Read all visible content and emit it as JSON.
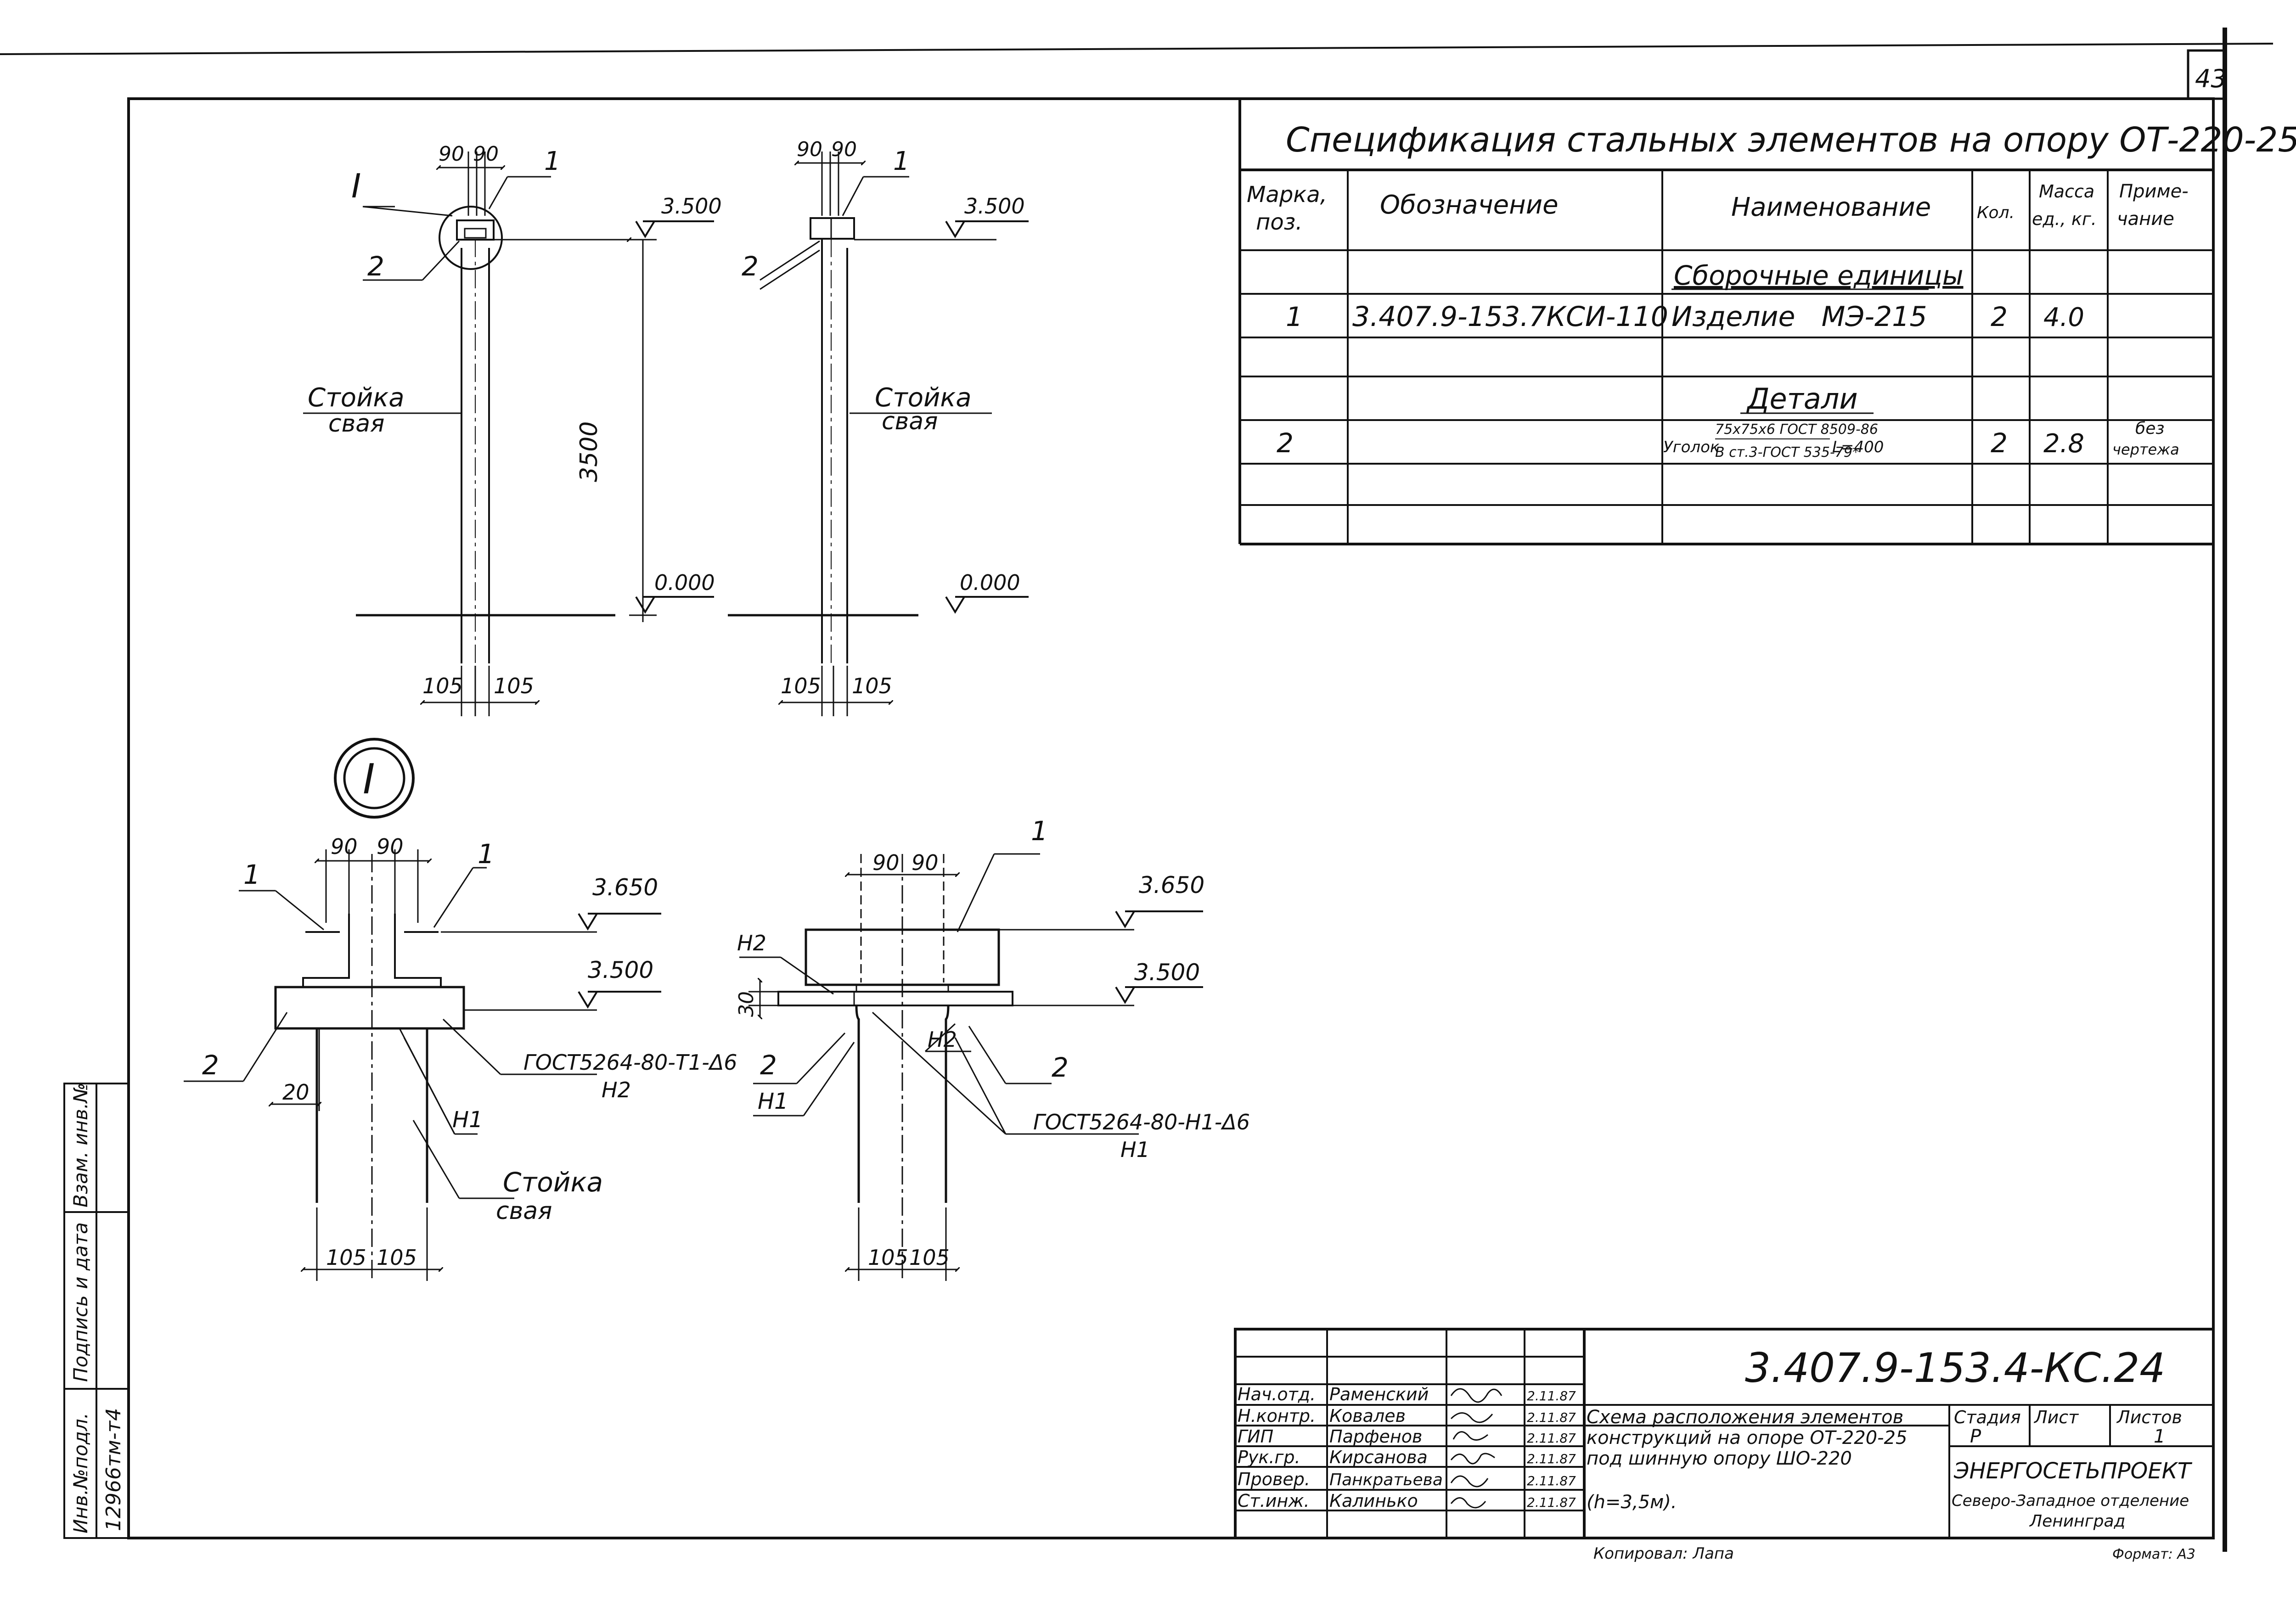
{
  "sheet_number": "43",
  "spec": {
    "title": "Спецификация стальных элементов на опору ОТ-220-25.",
    "headers": {
      "mark": [
        "Марка,",
        "поз."
      ],
      "designation": "Обозначение",
      "name": "Наименование",
      "qty": "Кол.",
      "mass": [
        "Масса",
        "ед., кг."
      ],
      "note": [
        "Приме-",
        "чание"
      ]
    },
    "section_assemblies": "Сборочные единицы",
    "row1": {
      "mark": "1",
      "designation": "3.407.9-153.7КСИ-110",
      "name": "Изделие   МЭ-215",
      "qty": "2",
      "mass": "4.0"
    },
    "section_details": "Детали",
    "row2": {
      "mark": "2",
      "name_prefix": "Уголок",
      "name_top": "75х75х6 ГОСТ 8509-86",
      "name_bottom": "В ст.3-ГОСТ 535-79*",
      "name_suffix": "L=400",
      "qty": "2",
      "mass": "2.8",
      "note": [
        "без",
        "чертежа"
      ]
    }
  },
  "elev_left": {
    "dim_90a": "90",
    "dim_90b": "90",
    "pos1": "1",
    "pos2": "2",
    "node": "I",
    "level_top": "3.500",
    "level_zero": "0.000",
    "height": "3500",
    "post_label": "Стойка",
    "post_label2": "свая",
    "dim_105a": "105",
    "dim_105b": "105"
  },
  "elev_right": {
    "dim_90a": "90",
    "dim_90b": "90",
    "pos1": "1",
    "pos2": "2",
    "level_top": "3.500",
    "level_zero": "0.000",
    "post_label": "Стойка",
    "post_label2": "свая",
    "dim_105a": "105",
    "dim_105b": "105"
  },
  "node_marker": "I",
  "detail_left": {
    "dim_90a": "90",
    "dim_90b": "90",
    "pos1a": "1",
    "pos1b": "1",
    "pos2": "2",
    "level_3650": "3.650",
    "level_3500": "3.500",
    "dim_20": "20",
    "weld": "ГОСТ5264-80-Т1-Δ6",
    "weld_seam": "Н2",
    "seam_n1": "Н1",
    "post_label": "Стойка",
    "post_label2": "свая",
    "dim_105a": "105",
    "dim_105b": "105"
  },
  "detail_right": {
    "dim_90a": "90",
    "dim_90b": "90",
    "pos1": "1",
    "pos2a": "2",
    "pos2b": "2",
    "level_3650": "3.650",
    "level_3500": "3.500",
    "dim_30": "30",
    "seam_n2a": "Н2",
    "seam_n2b": "Н2",
    "seam_n1": "Н1",
    "weld": "ГОСТ5264-80-Н1-Δ6",
    "weld_seam": "Н1",
    "dim_105a": "105",
    "dim_105b": "105"
  },
  "side_stamp": {
    "inv_orig": "Инв.№подл.",
    "inv_value": "12966тм-т4",
    "sign_date": "Подпись и дата",
    "replace_inv": "Взам. инв.№"
  },
  "title_block": {
    "code": "3.407.9-153.4-КС.24",
    "roles": [
      {
        "role": "Нач.отд.",
        "name": "Раменский",
        "date": "2.11.87"
      },
      {
        "role": "Н.контр.",
        "name": "Ковалев",
        "date": "2.11.87"
      },
      {
        "role": "ГИП",
        "name": "Парфенов",
        "date": "2.11.87"
      },
      {
        "role": "Рук.гр.",
        "name": "Кирсанова",
        "date": "2.11.87"
      },
      {
        "role": "Провер.",
        "name": "Панкратьева",
        "date": "2.11.87"
      },
      {
        "role": "Ст.инж.",
        "name": "Калинько",
        "date": "2.11.87"
      }
    ],
    "description": [
      "Схема расположения элементов",
      "конструкций на опоре ОТ-220-25",
      "под шинную опору ШО-220",
      "",
      "(h=3,5м)."
    ],
    "stage_label": "Стадия",
    "sheet_label": "Лист",
    "sheets_label": "Листов",
    "stage": "Р",
    "sheets": "1",
    "org1": "ЭНЕРГОСЕТЬПРОЕКТ",
    "org2": "Северо-Западное отделение",
    "org3": "Ленинград",
    "copied": "Копировал: Лапа",
    "format": "Формат: А3"
  }
}
